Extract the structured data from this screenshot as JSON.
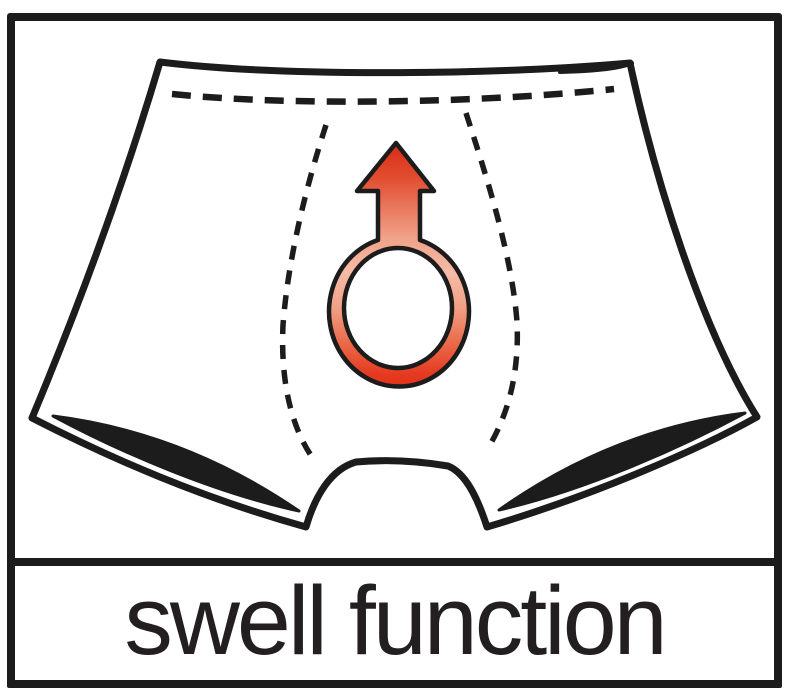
{
  "caption": {
    "label": "swell function"
  },
  "illustration": {
    "name": "boxer-briefs-front-view",
    "icon": "male-symbol-arrow-up-icon",
    "features": [
      "waistband-stitch-dashed",
      "pouch-seam-dashed-left",
      "pouch-seam-dashed-right",
      "leg-opening-shadow-left",
      "leg-opening-shadow-right"
    ],
    "colors": {
      "outline": "#1c1c1c",
      "background": "#ffffff",
      "symbol_red_strong": "#e02d17",
      "symbol_red_light": "#f6bba7"
    }
  }
}
